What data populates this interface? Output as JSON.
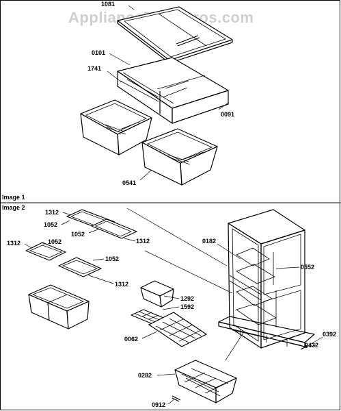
{
  "watermark": "AppliancePartsPros.com",
  "sections": {
    "image1": "Image 1",
    "image2": "Image 2"
  },
  "parts": {
    "p1081": "1081",
    "p0101": "0101",
    "p1741": "1741",
    "p0091": "0091",
    "p0541": "0541",
    "p1312_a": "1312",
    "p1052_a": "1052",
    "p1052_b": "1052",
    "p1312_b": "1312",
    "p1312_c": "1312",
    "p1052_c": "1052",
    "p1052_d": "1052",
    "p1312_d": "1312",
    "p0182": "0182",
    "p0552": "0552",
    "p1292": "1292",
    "p1592": "1592",
    "p0062": "0062",
    "p0392": "0392",
    "p0432": "0432",
    "p0282": "0282",
    "p0912": "0912"
  }
}
